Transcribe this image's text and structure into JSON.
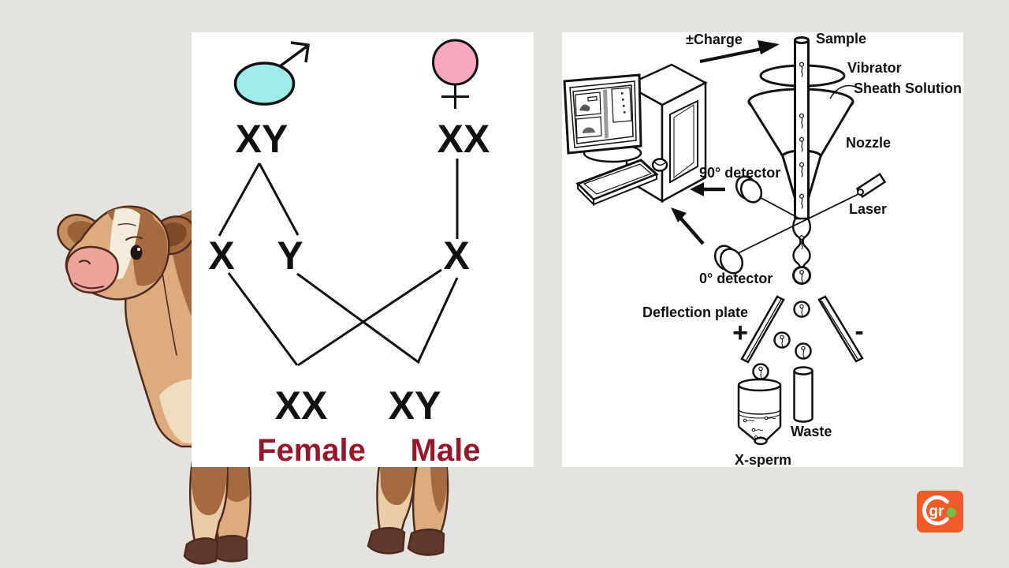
{
  "slide": {
    "background_color": "#E5E3DD",
    "panel_color": "#FFFFFF"
  },
  "genetics_panel": {
    "father": {
      "symbol": "male",
      "genotype": "XY",
      "symbol_fill": "#9FEDE8"
    },
    "mother": {
      "symbol": "female",
      "genotype": "XX",
      "symbol_fill": "#F5A8BE"
    },
    "father_gametes": [
      "X",
      "Y"
    ],
    "mother_gamete": "X",
    "offspring": [
      {
        "genotype": "XX",
        "sex": "Female"
      },
      {
        "genotype": "XY",
        "sex": "Male"
      }
    ],
    "sex_label_color": "#96182B"
  },
  "cytometry_panel": {
    "labels": {
      "charge": "±Charge",
      "sample": "Sample",
      "vibrator": "Vibrator",
      "sheath_solution": "Sheath Solution",
      "nozzle": "Nozzle",
      "detector_90": "90° detector",
      "laser": "Laser",
      "detector_0": "0° detector",
      "deflection_plate": "Deflection plate",
      "plate_positive": "+",
      "plate_negative": "-",
      "waste": "Waste",
      "x_sperm": "X-sperm"
    }
  },
  "logo": {
    "text": "gr",
    "background_color": "#F15A29",
    "ring_color": "#FFFFFF",
    "dot_color": "#72BF44"
  },
  "palette": {
    "line_art": "#111111",
    "cow_body": "#DCAC80",
    "cow_patch": "#A56A3F",
    "cow_cream": "#F0DCC0",
    "cow_muzzle": "#ECA49D",
    "cow_hoof": "#5C3A2E"
  }
}
